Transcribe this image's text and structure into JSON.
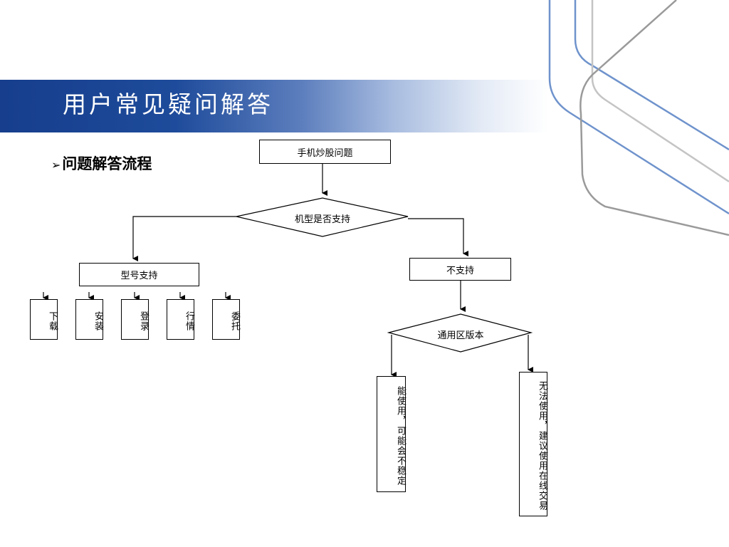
{
  "slide": {
    "title": "用户常见疑问解答",
    "section_label": "问题解答流程",
    "bullet": "➢"
  },
  "flowchart": {
    "start": "手机炒股问题",
    "decision_model": "机型是否支持",
    "supported": "型号支持",
    "not_supported": "不支持",
    "supported_steps": [
      "下载",
      "安装",
      "登录",
      "行情",
      "委托"
    ],
    "decision_version": "通用区版本",
    "outcome_usable": "能使用，可能会不稳定",
    "outcome_unusable": "无法使用，建议使用在线交易"
  },
  "colors": {
    "banner_dark": "#163e8c",
    "deco_blue": "#5a86c6",
    "deco_gray": "#b4b4b4"
  }
}
